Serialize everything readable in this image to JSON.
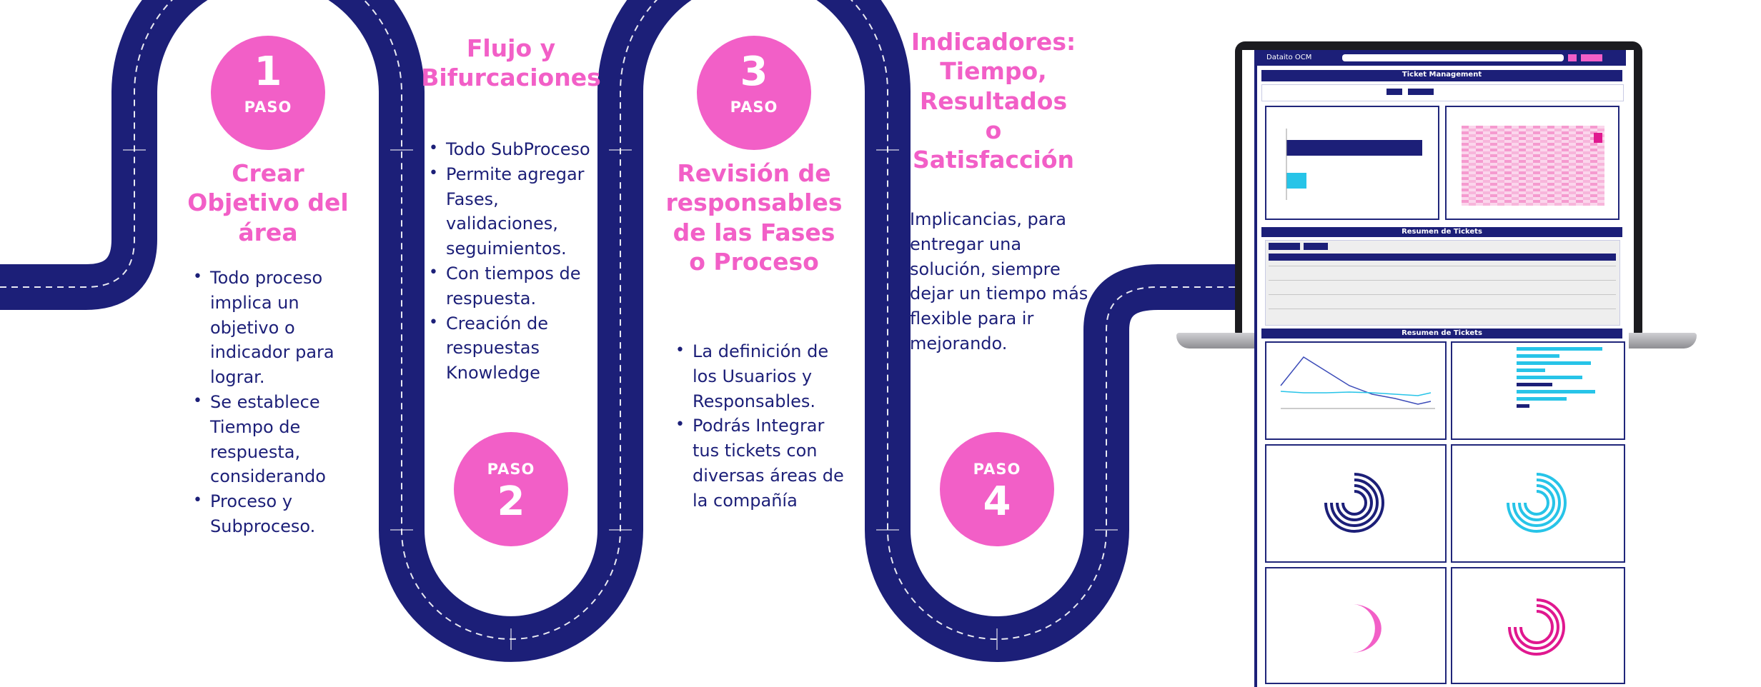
{
  "steps": [
    {
      "number": "1",
      "badge_label": "PASO",
      "title": "Crear Objetivo del área",
      "bullets": [
        "Todo proceso implica un objetivo o indicador para lograr.",
        "Se establece Tiempo de respuesta, considerando",
        "Proceso y Subproceso."
      ]
    },
    {
      "number": "2",
      "badge_label": "PASO",
      "title": "Flujo y Bifurcaciones",
      "bullets": [
        "Todo SubProceso",
        "Permite agregar Fases, validaciones, seguimientos.",
        "Con tiempos de respuesta.",
        "Creación de respuestas Knowledge"
      ]
    },
    {
      "number": "3",
      "badge_label": "PASO",
      "title": "Revisión de responsables de las Fases o Proceso",
      "bullets": [
        "La definición de los Usuarios y Responsables.",
        "Podrás Integrar tus tickets con diversas áreas de la compañía"
      ]
    },
    {
      "number": "4",
      "badge_label": "PASO",
      "title": "Indicadores: Tiempo, Resultados o Satisfacción",
      "paragraph": "Implicancias, para entregar una solución, siempre dejar un tiempo más flexible para ir mejorando."
    }
  ],
  "dashboard": {
    "app_name": "Dataito OCM",
    "page_title": "Ticket Management",
    "section_summary": "Resumen de Tickets",
    "section_summary_2": "Resumen de Tickets"
  },
  "colors": {
    "road": "#1c1f78",
    "road_dash": "#ffffff",
    "accent_pink": "#f25fc7",
    "text_navy": "#1c1f78",
    "cyan": "#27c4e8"
  }
}
